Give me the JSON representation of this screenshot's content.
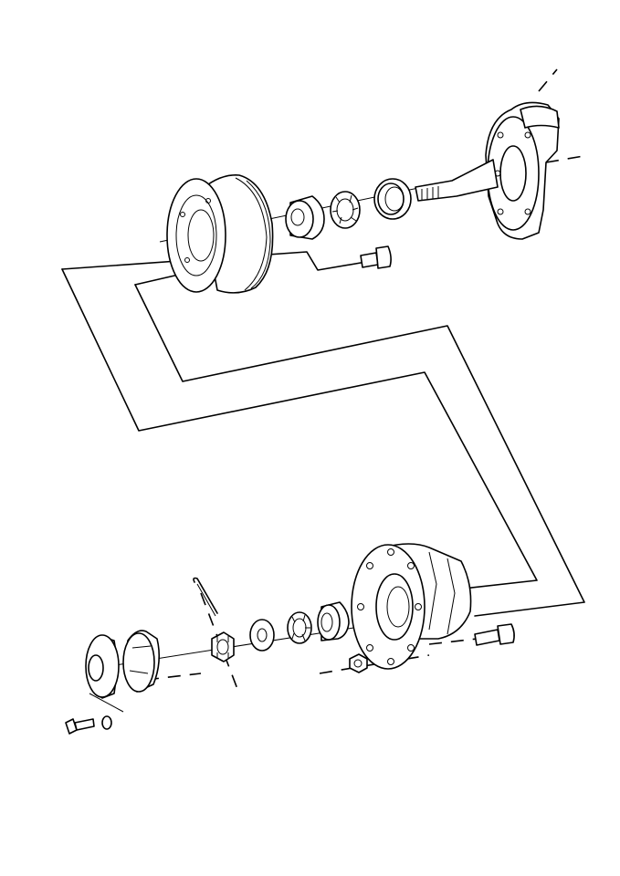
{
  "diagram": {
    "kind": "exploded-view",
    "parts": [
      "spindle-knuckle",
      "outer-bearing-race",
      "outer-bearing-cone",
      "seal",
      "axle-spindle",
      "brake-rotor-drum",
      "rotor-bolt",
      "wheel-hub",
      "wheel-stud",
      "lug-nut",
      "inner-bearing-race",
      "inner-bearing-cone",
      "thrust-washer",
      "castle-nut",
      "cotter-pin",
      "dust-cap",
      "hub-cap",
      "cap-screw",
      "lock-washer"
    ]
  }
}
